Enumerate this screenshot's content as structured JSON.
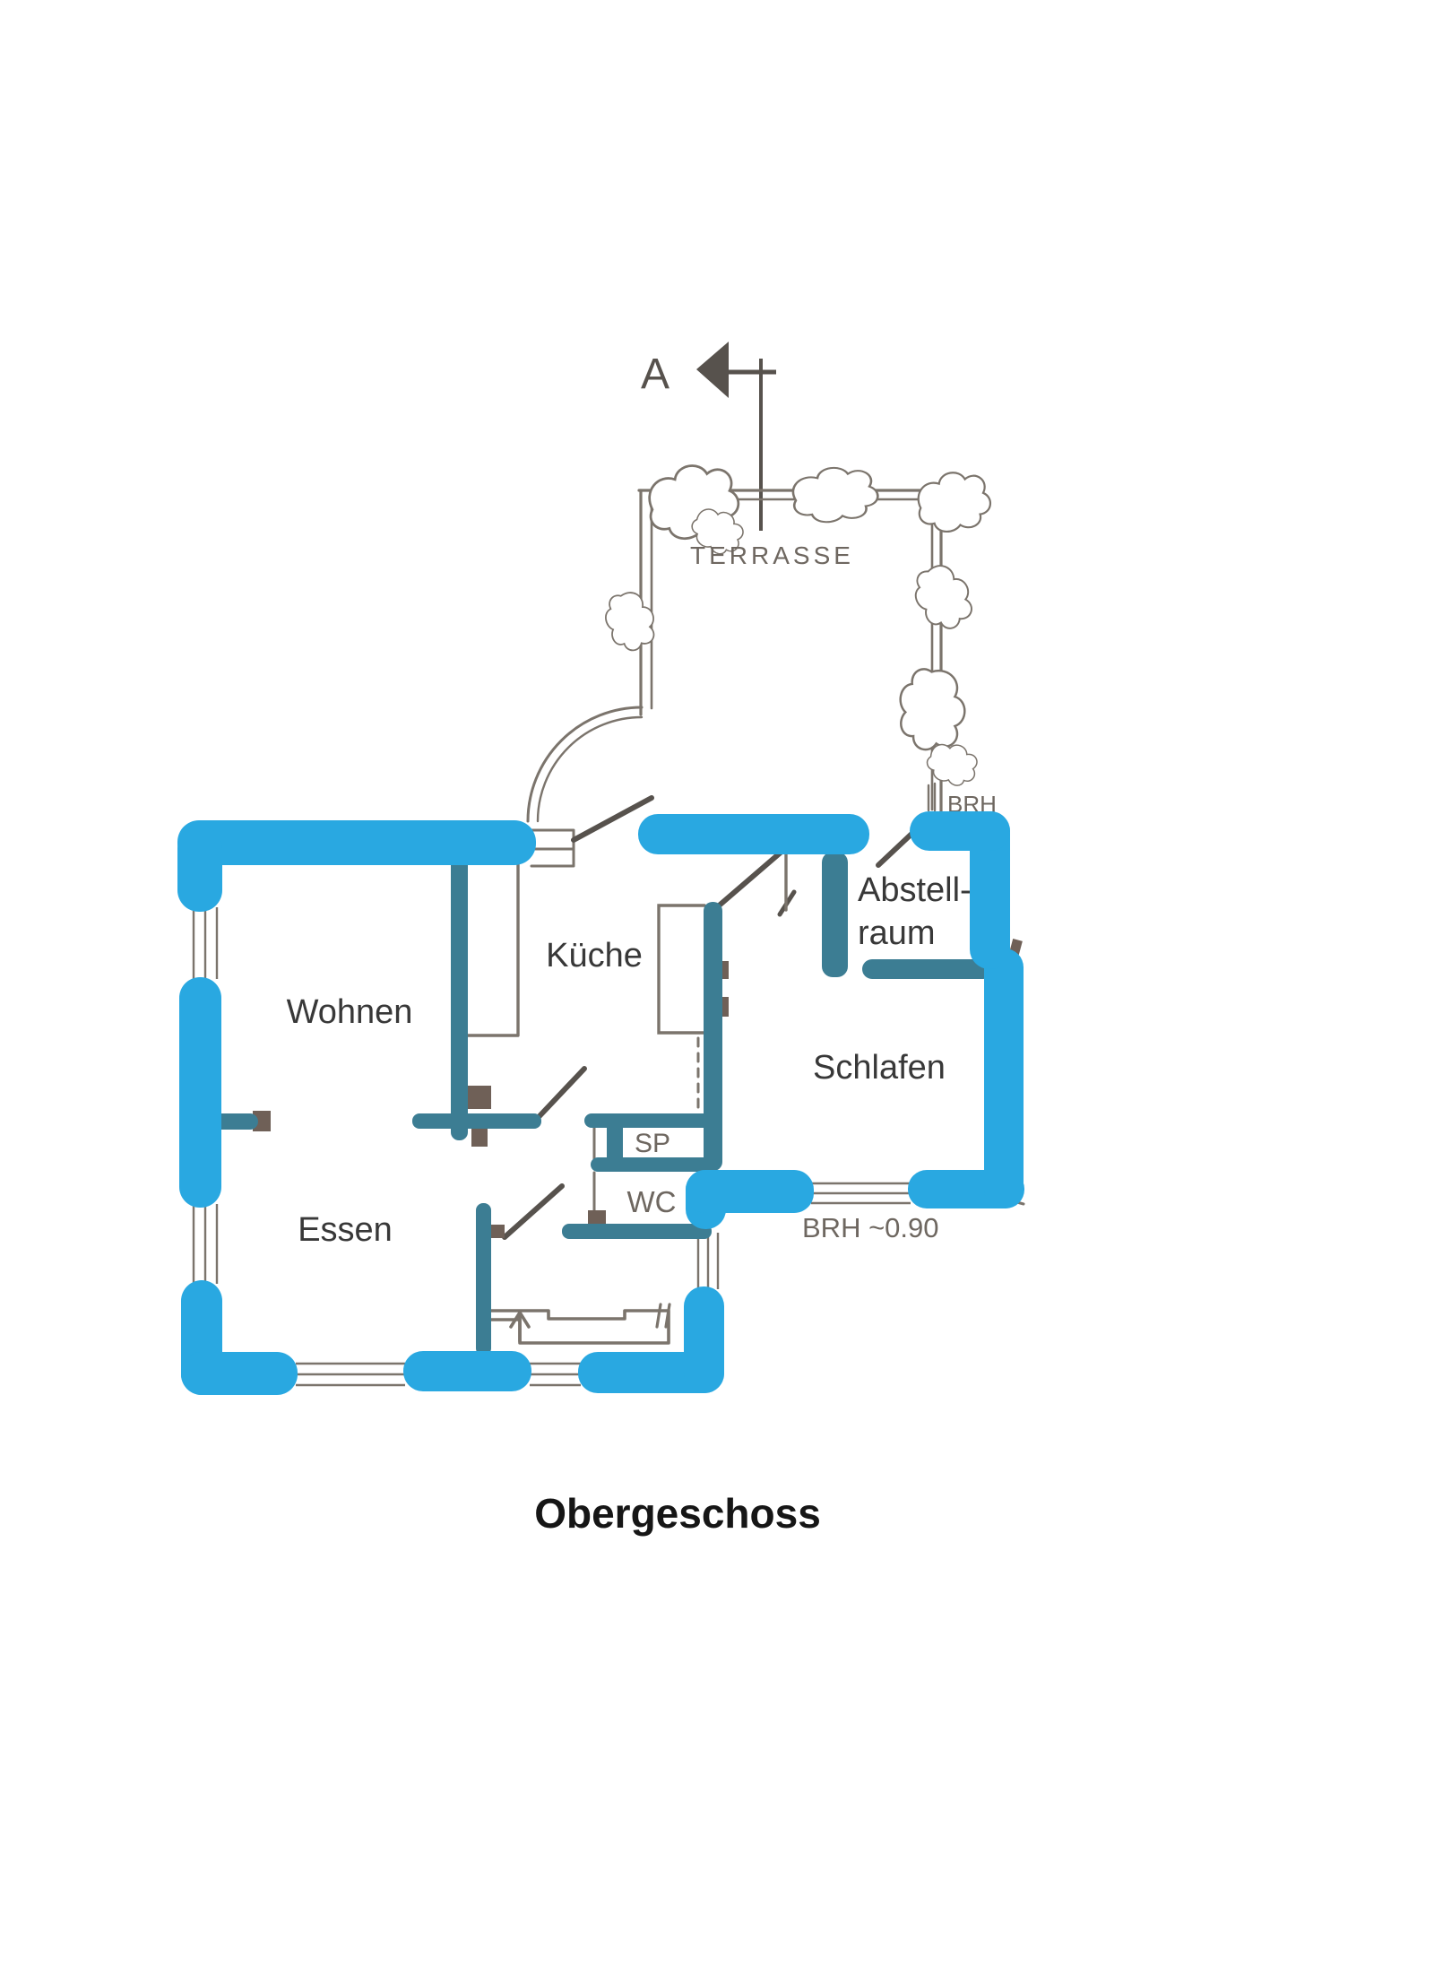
{
  "title": {
    "text": "Obergeschoss"
  },
  "section_mark": {
    "label": "A"
  },
  "rooms": {
    "wohnen": "Wohnen",
    "essen": "Essen",
    "kueche": "Küche",
    "schlafen": "Schlafen",
    "abstellraum_line1": "Abstell-",
    "abstellraum_line2": "raum",
    "sp": "SP",
    "wc": "WC"
  },
  "annotations": {
    "terrasse": "TERRASSE",
    "brh_top": "BRH",
    "brh_value": "BRH ~0.90"
  },
  "colors": {
    "highlight_blue": "#29A8E1",
    "wall_teal": "#3C7D93",
    "drawing_gray": "#7B746C",
    "chip_gray": "#6F6057",
    "door_gray": "#57524D",
    "hand_gray": "#6E6760",
    "text_dark": "#383838"
  }
}
